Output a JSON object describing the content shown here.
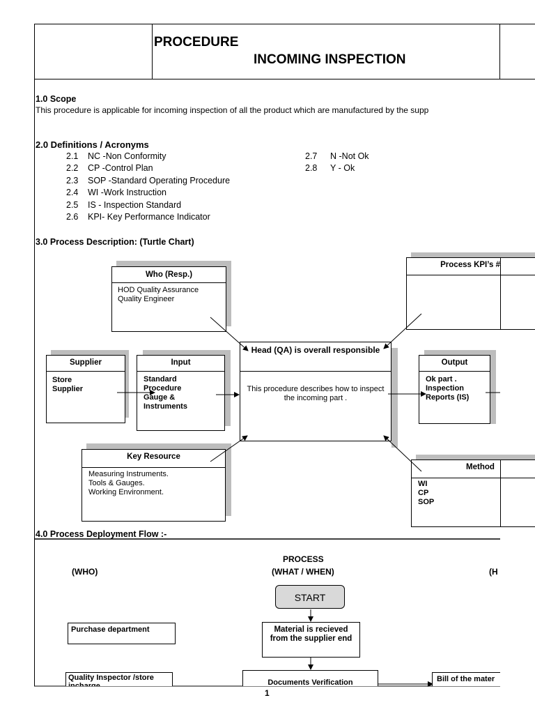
{
  "header": {
    "line1": "PROCEDURE",
    "line2": "INCOMING INSPECTION"
  },
  "scope": {
    "heading": "1.0   Scope",
    "text": "This procedure is applicable for incoming inspection of all the product which are manufactured by the supp"
  },
  "definitions": {
    "heading": "2.0  Definitions / Acronyms",
    "left": [
      {
        "num": "2.1",
        "text": "NC -Non Conformity"
      },
      {
        "num": "2.2",
        "text": "CP -Control Plan"
      },
      {
        "num": "2.3",
        "text": "SOP -Standard Operating Procedure"
      },
      {
        "num": "2.4",
        "text": "WI -Work Instruction"
      },
      {
        "num": "2.5",
        "text": "IS - Inspection Standard"
      },
      {
        "num": "2.6",
        "text": "KPI- Key Performance Indicator"
      }
    ],
    "right": [
      {
        "num": "2.7",
        "text": "N -Not Ok"
      },
      {
        "num": "2.8",
        "text": "Y - Ok"
      }
    ]
  },
  "turtle": {
    "heading": "3.0   Process Description: (Turtle Chart)",
    "who": {
      "title": "Who (Resp.)",
      "lines": [
        "HOD Quality Assurance",
        "Quality Engineer"
      ]
    },
    "kpi": {
      "title": "Process KPI’s #"
    },
    "supplier": {
      "title": "Supplier",
      "lines": [
        "Store",
        "Supplier"
      ]
    },
    "input": {
      "title": "Input",
      "lines": [
        "Standard",
        "Procedure",
        "Gauge &",
        "Instruments"
      ]
    },
    "center": {
      "title": "Head (QA) is overall responsible",
      "text": "This procedure describes how to inspect the incoming  part ."
    },
    "output": {
      "title": "Output",
      "lines": [
        "Ok part .",
        "Inspection",
        "Reports (IS)"
      ]
    },
    "key_resource": {
      "title": "Key Resource",
      "lines": [
        "Measuring Instruments.",
        "Tools & Gauges.",
        "Working Environment."
      ]
    },
    "method": {
      "title": "Method",
      "lines": [
        "WI",
        "CP",
        "SOP"
      ]
    }
  },
  "deployment": {
    "heading": "4.0 Process Deployment Flow :-",
    "col_who": "(WHO)",
    "col_process_1": "PROCESS",
    "col_process_2": "(WHAT / WHEN)",
    "col_how": "(H",
    "start": "START",
    "step1": "Material is  recieved from the supplier end",
    "step2": "Documents Verification",
    "who1": "Purchase department",
    "who2": "Quality Inspector /store incharge",
    "how2": "Bill of the mater"
  },
  "page_number": "1"
}
